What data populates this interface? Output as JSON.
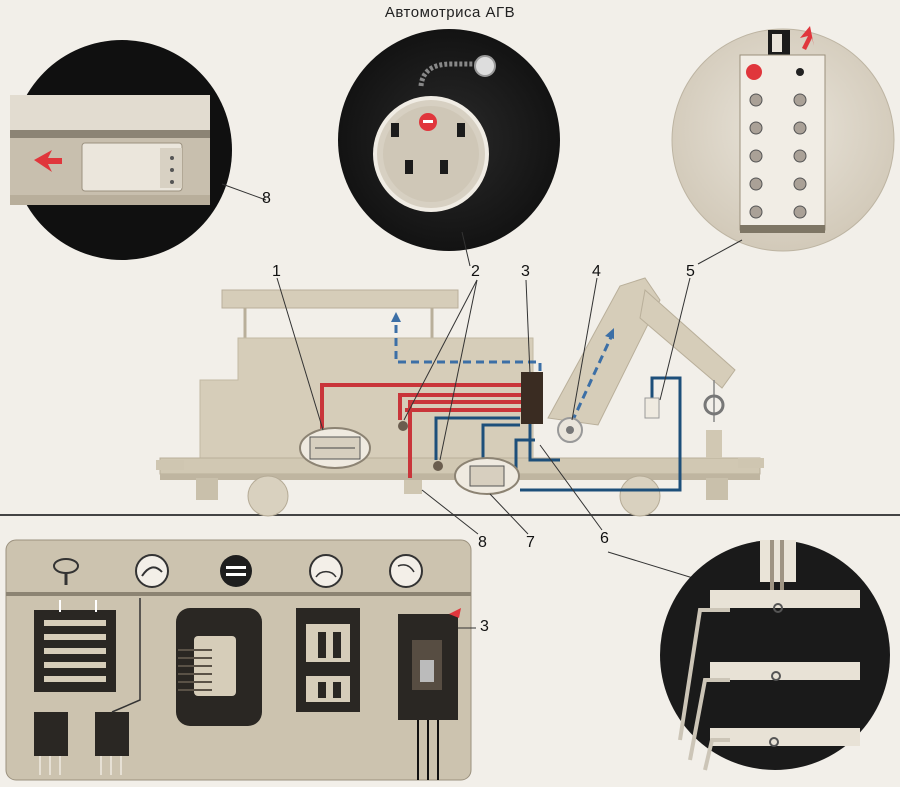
{
  "title": "Автомотриса АГВ",
  "callouts": {
    "c1": "1",
    "c2": "2",
    "c3": "3",
    "c4": "4",
    "c5": "5",
    "c6": "6",
    "c7": "7",
    "c8_top": "8",
    "c8_bottom": "8",
    "c3_panel": "3"
  },
  "colors": {
    "background": "#f2efe9",
    "vehicle_body": "#d6cdb9",
    "circle_dark": "#1a1a1a",
    "wire_red": "#c9353a",
    "wire_blue": "#1d4f7a",
    "wire_blue_dashed": "#3c6fa6",
    "accent_red": "#e0363c",
    "panel_bg": "#ccc3af",
    "panel_dark": "#2a2723"
  },
  "icons": [
    "vehicle-diagram",
    "generator-icon",
    "plug-socket-icon",
    "switch-panel-icon",
    "cable-connector-icon",
    "wrench-icon",
    "gauge-icon",
    "battery-icon",
    "meter-icon",
    "ammeter-icon"
  ]
}
